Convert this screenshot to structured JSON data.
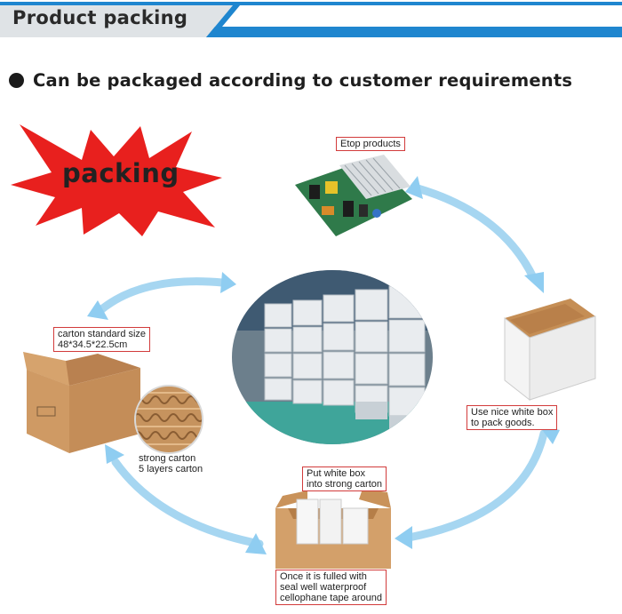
{
  "header": {
    "title": "Product packing"
  },
  "subtitle": "Can be packaged according to customer requirements",
  "burst_label": "packing",
  "steps": {
    "product": {
      "label": "Etop products"
    },
    "white_box": {
      "lines": [
        "Use nice white box",
        "to pack goods."
      ]
    },
    "put_in_carton": {
      "lines": [
        "Put white box",
        "into strong carton"
      ]
    },
    "seal": {
      "lines": [
        "Once it is fulled with",
        "seal well waterproof",
        "cellophane tape  around"
      ]
    },
    "carton_size": {
      "lines": [
        "carton standard size",
        "48*34.5*22.5cm"
      ]
    },
    "strong_carton": {
      "lines": [
        "strong carton",
        "5 layers carton"
      ]
    }
  },
  "colors": {
    "accent_blue": "#1f86cf",
    "burst_red": "#e8201e",
    "arrow_blue": "#9fd2f0",
    "label_border": "#d23b3b"
  }
}
